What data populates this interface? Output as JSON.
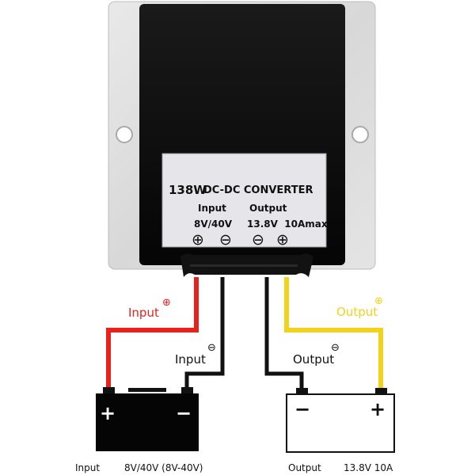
{
  "converter": {
    "power": "138W",
    "type": "DC-DC CONVERTER",
    "input_heading": "Input",
    "output_heading": "Output",
    "input_range": "8V/40V",
    "output_rating": "13.8V  10Amax",
    "plus_symbol": "⊕",
    "minus_symbol": "⊖"
  },
  "wires": {
    "input_positive_label": "Input",
    "input_negative_label": "Input",
    "output_positive_label": "Output",
    "output_negative_label": "Output",
    "plus_symbol": "⊕",
    "minus_symbol": "⊖",
    "colors": {
      "positive_input": "#e8211b",
      "positive_output": "#f2d21a",
      "negative": "#111111"
    }
  },
  "batteries": {
    "input": {
      "plus": "+",
      "minus": "−"
    },
    "output": {
      "plus": "+",
      "minus": "−"
    }
  },
  "captions": {
    "input_label": "Input",
    "input_value": "8V/40V (8V-40V)",
    "output_label": "Output",
    "output_value": "13.8V 10A"
  }
}
